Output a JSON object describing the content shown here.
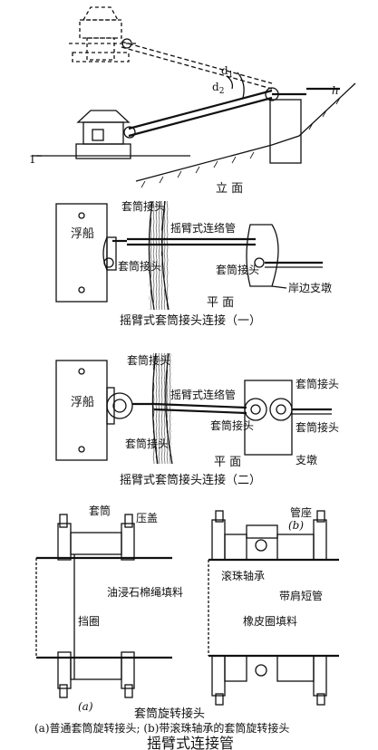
{
  "fig1": {
    "label_1": "1",
    "label_d1": "d",
    "label_d1_sub": "1",
    "label_d2": "d",
    "label_d2_sub": "2",
    "label_h": "h",
    "caption": "立 面"
  },
  "fig2": {
    "pontoon": "浮船",
    "sleeve_joint_top": "套筒接头",
    "arm_pipe": "摇臂式连络管",
    "sleeve_joint_left": "套筒接头",
    "sleeve_joint_right": "套筒接头",
    "shore_pier": "岸边支墩",
    "plan": "平 面",
    "caption": "摇臂式套筒接头连接（一）"
  },
  "fig3": {
    "pontoon": "浮船",
    "sleeve_joint_top": "套筒接头",
    "arm_pipe": "摇臂式连络管",
    "sleeve_joint_left": "套筒接头",
    "sleeve_joint_r1": "套筒接头",
    "sleeve_joint_r2": "套筒接头",
    "sleeve_joint_r3": "套筒接头",
    "pier": "支墩",
    "plan": "平 面",
    "caption": "摇臂式套筒接头连接（二）"
  },
  "fig4": {
    "sleeve": "套筒",
    "gland": "压盖",
    "packing": "油浸石棉绳填料",
    "ring": "挡圈",
    "sub_a": "(a)",
    "seat": "管座",
    "bearing": "滚珠轴承",
    "shoulder_pipe": "带肩短管",
    "rubber": "橡皮圈填料",
    "sub_b": "(b)",
    "title": "套筒旋转接头",
    "note": "(a)普通套筒旋转接头; (b)带滚珠轴承的套筒旋转接头"
  },
  "figure_title": "摇臂式连接管"
}
